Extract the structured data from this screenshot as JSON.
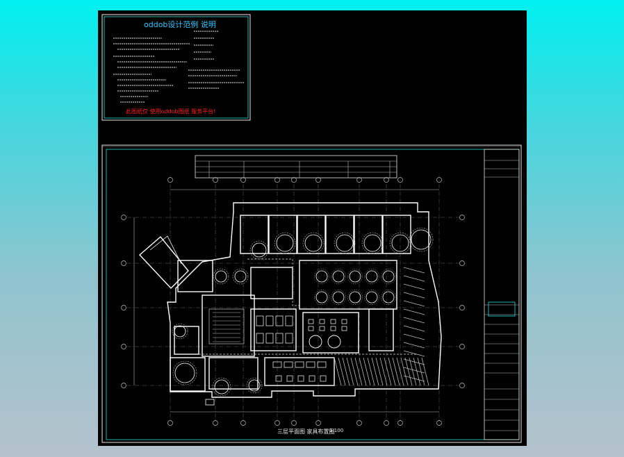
{
  "notes": {
    "title": "oddob设计范例 说明",
    "warning": "此图纸仅 使用oddob图纸 服务平台!"
  },
  "drawing": {
    "caption": "三层平面图  家具布置图",
    "scale": "1:100"
  },
  "colors": {
    "background_top": "#00f0f0",
    "sheet": "#000000",
    "frame": "#2fe0e0",
    "wall": "#ffffff",
    "grid": "#8a8a8a",
    "note_title": "#2ec8ff",
    "warning": "#ff2020"
  }
}
